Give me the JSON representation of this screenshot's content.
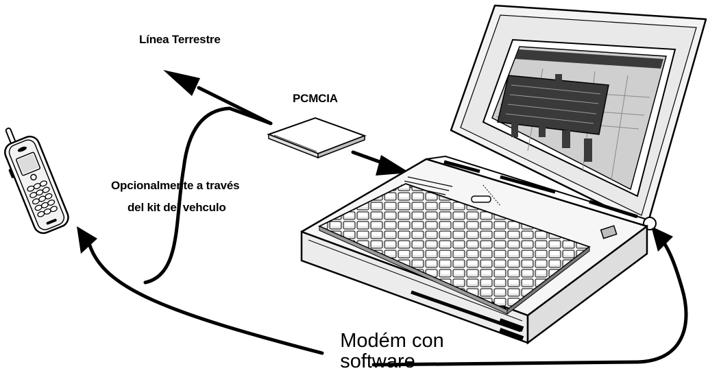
{
  "labels": {
    "landline": "Línea Terrestre",
    "pcmcia": "PCMCIA",
    "optional_line1": "Opcionalmente a través",
    "optional_line2": "del kit del vehculo",
    "modem_line1": "Modém con",
    "modem_line2": "software"
  },
  "colors": {
    "ink": "#000000",
    "paper": "#ffffff",
    "screen_mid": "#bdbdbd",
    "screen_dark": "#3a3a3a",
    "key_fill": "#d9d9d9"
  },
  "icons": [
    "mobile-phone-icon",
    "pcmcia-card-icon",
    "laptop-icon"
  ]
}
